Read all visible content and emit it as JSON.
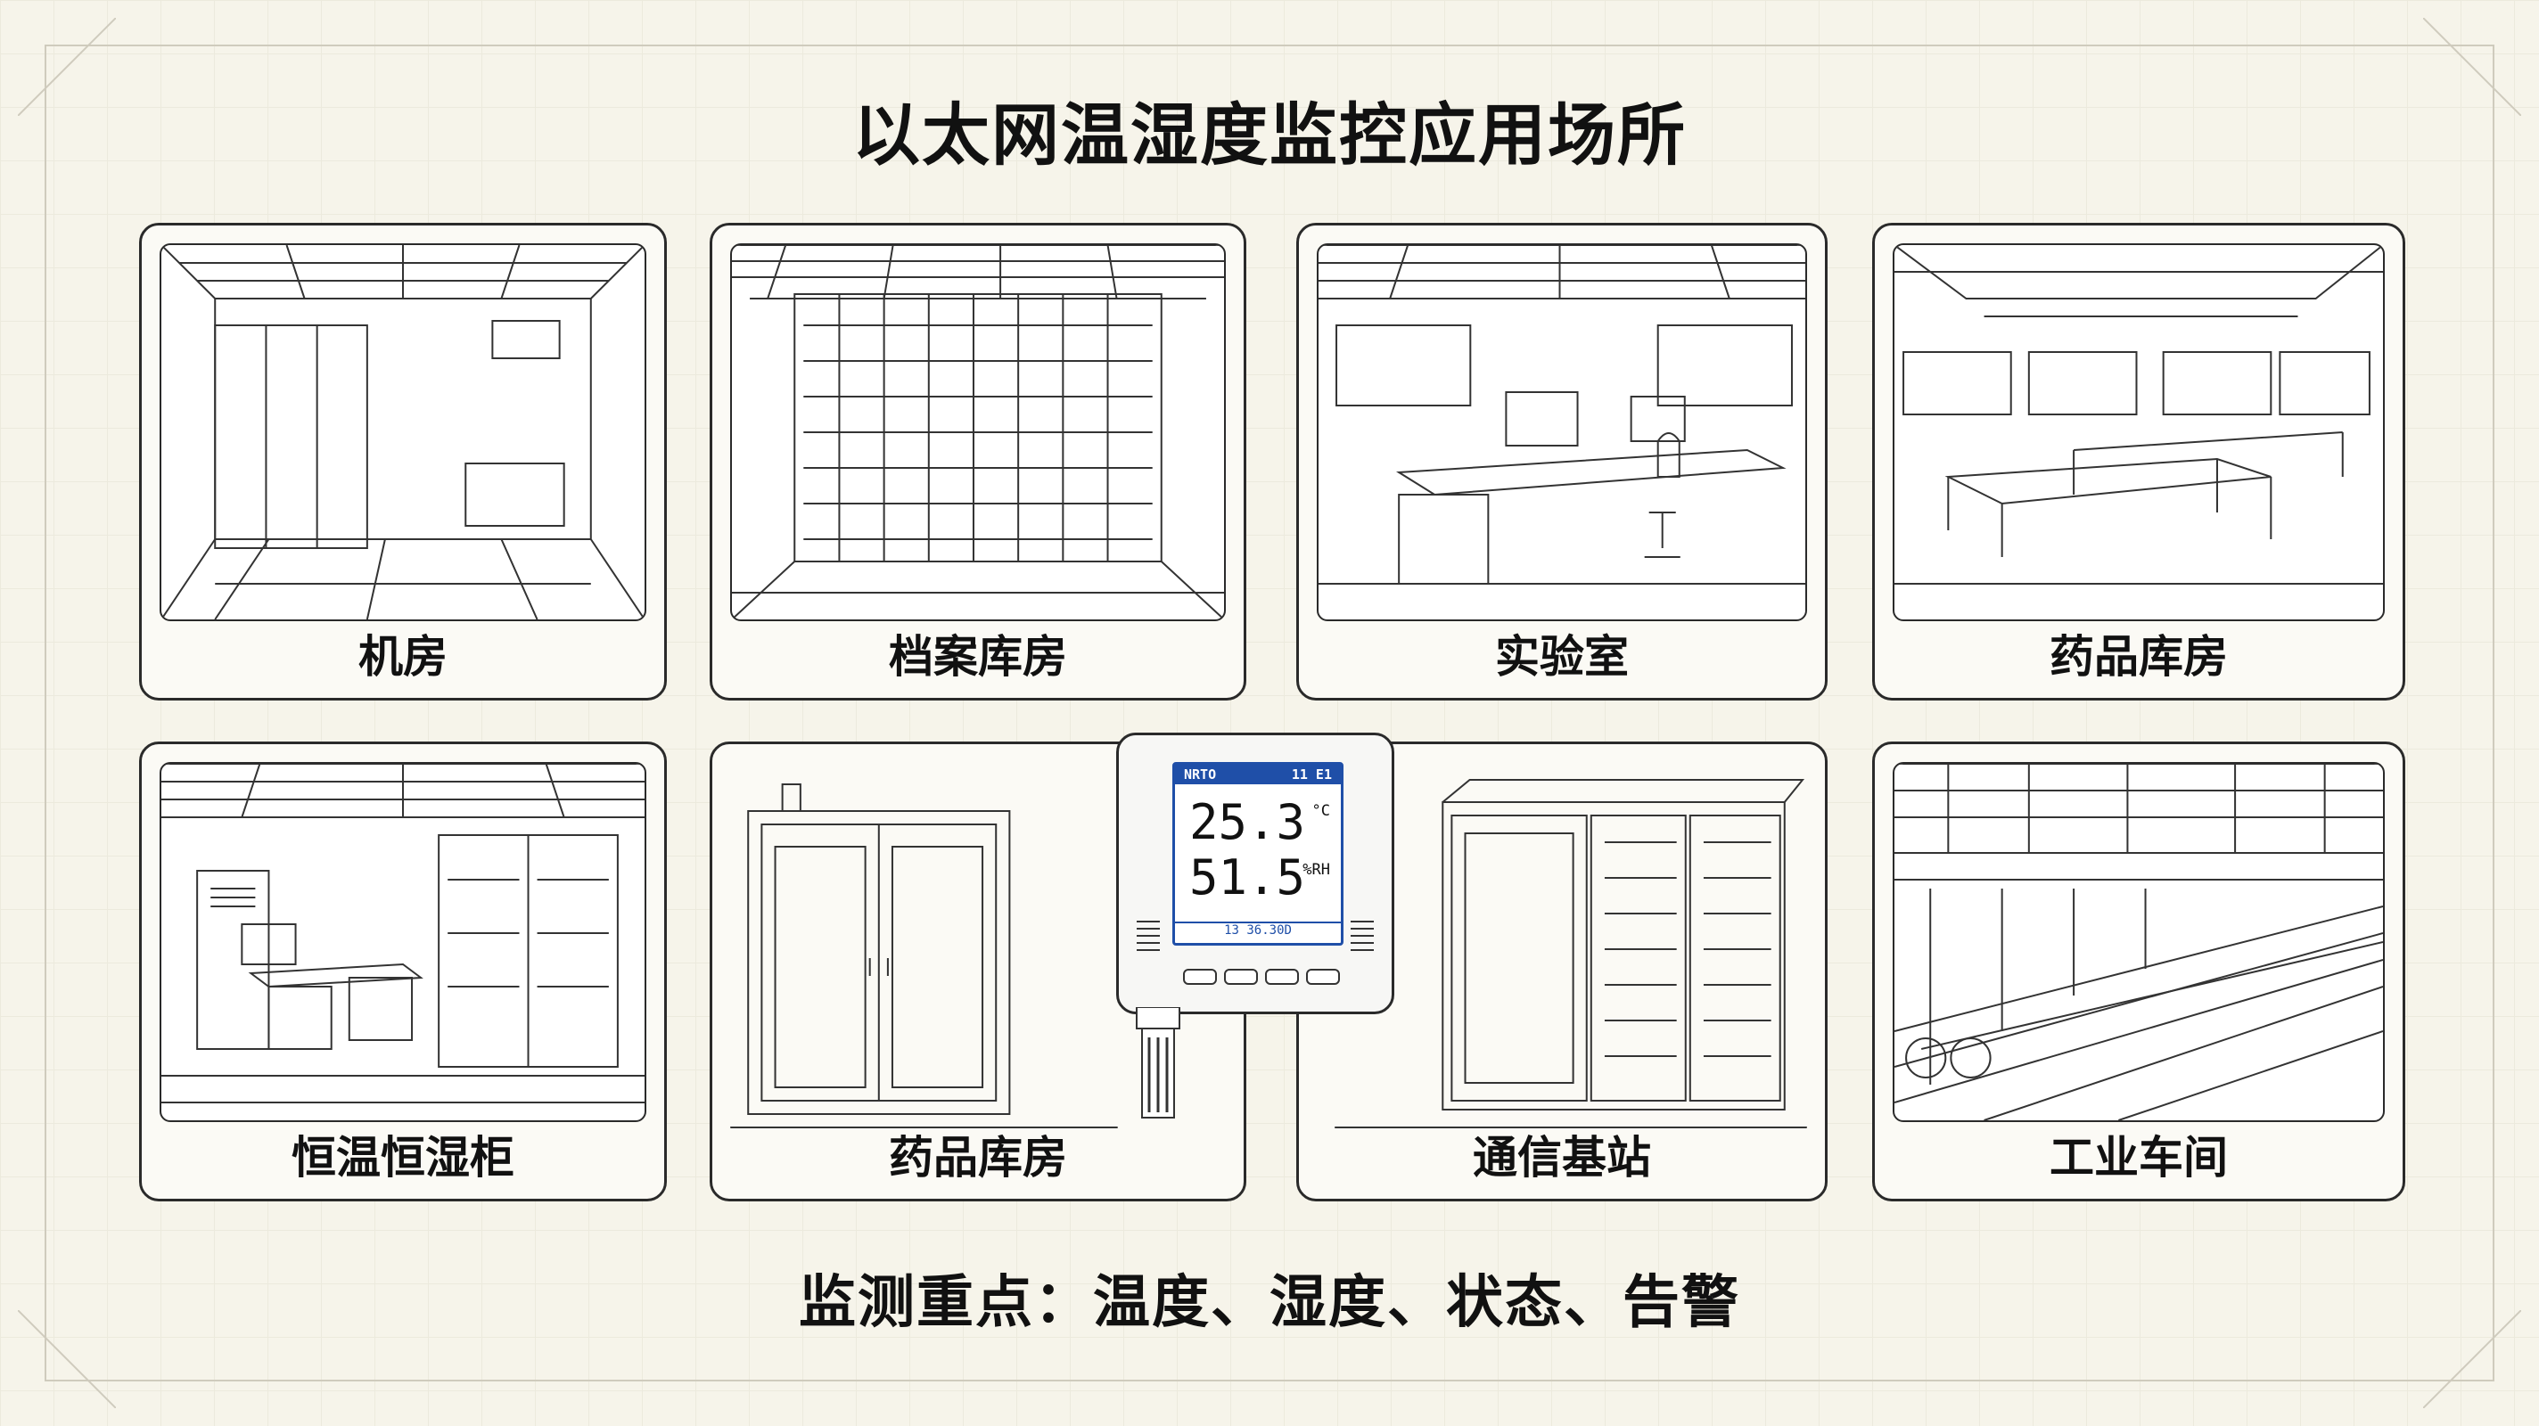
{
  "title": "以太网温湿度监控应用场所",
  "cards": [
    {
      "label": "机房",
      "icon": "server-room-illustration"
    },
    {
      "label": "档案库房",
      "icon": "archive-storage-illustration"
    },
    {
      "label": "实验室",
      "icon": "laboratory-illustration"
    },
    {
      "label": "药品库房",
      "icon": "pharmacy-warehouse-illustration"
    },
    {
      "label": "恒温恒湿柜",
      "icon": "climate-cabinet-illustration"
    },
    {
      "label": "药品库房",
      "icon": "medicine-cabinet-illustration"
    },
    {
      "label": "通信基站",
      "icon": "telecom-base-station-illustration"
    },
    {
      "label": "工业车间",
      "icon": "industrial-workshop-illustration"
    }
  ],
  "device": {
    "brand": "NRTO",
    "top_right": "11 E1",
    "temperature": "25.3",
    "temperature_unit": "°C",
    "humidity": "51.5",
    "humidity_unit": "%RH",
    "footer": "13 36.30D"
  },
  "footer": "监测重点：温度、湿度、状态、告警"
}
